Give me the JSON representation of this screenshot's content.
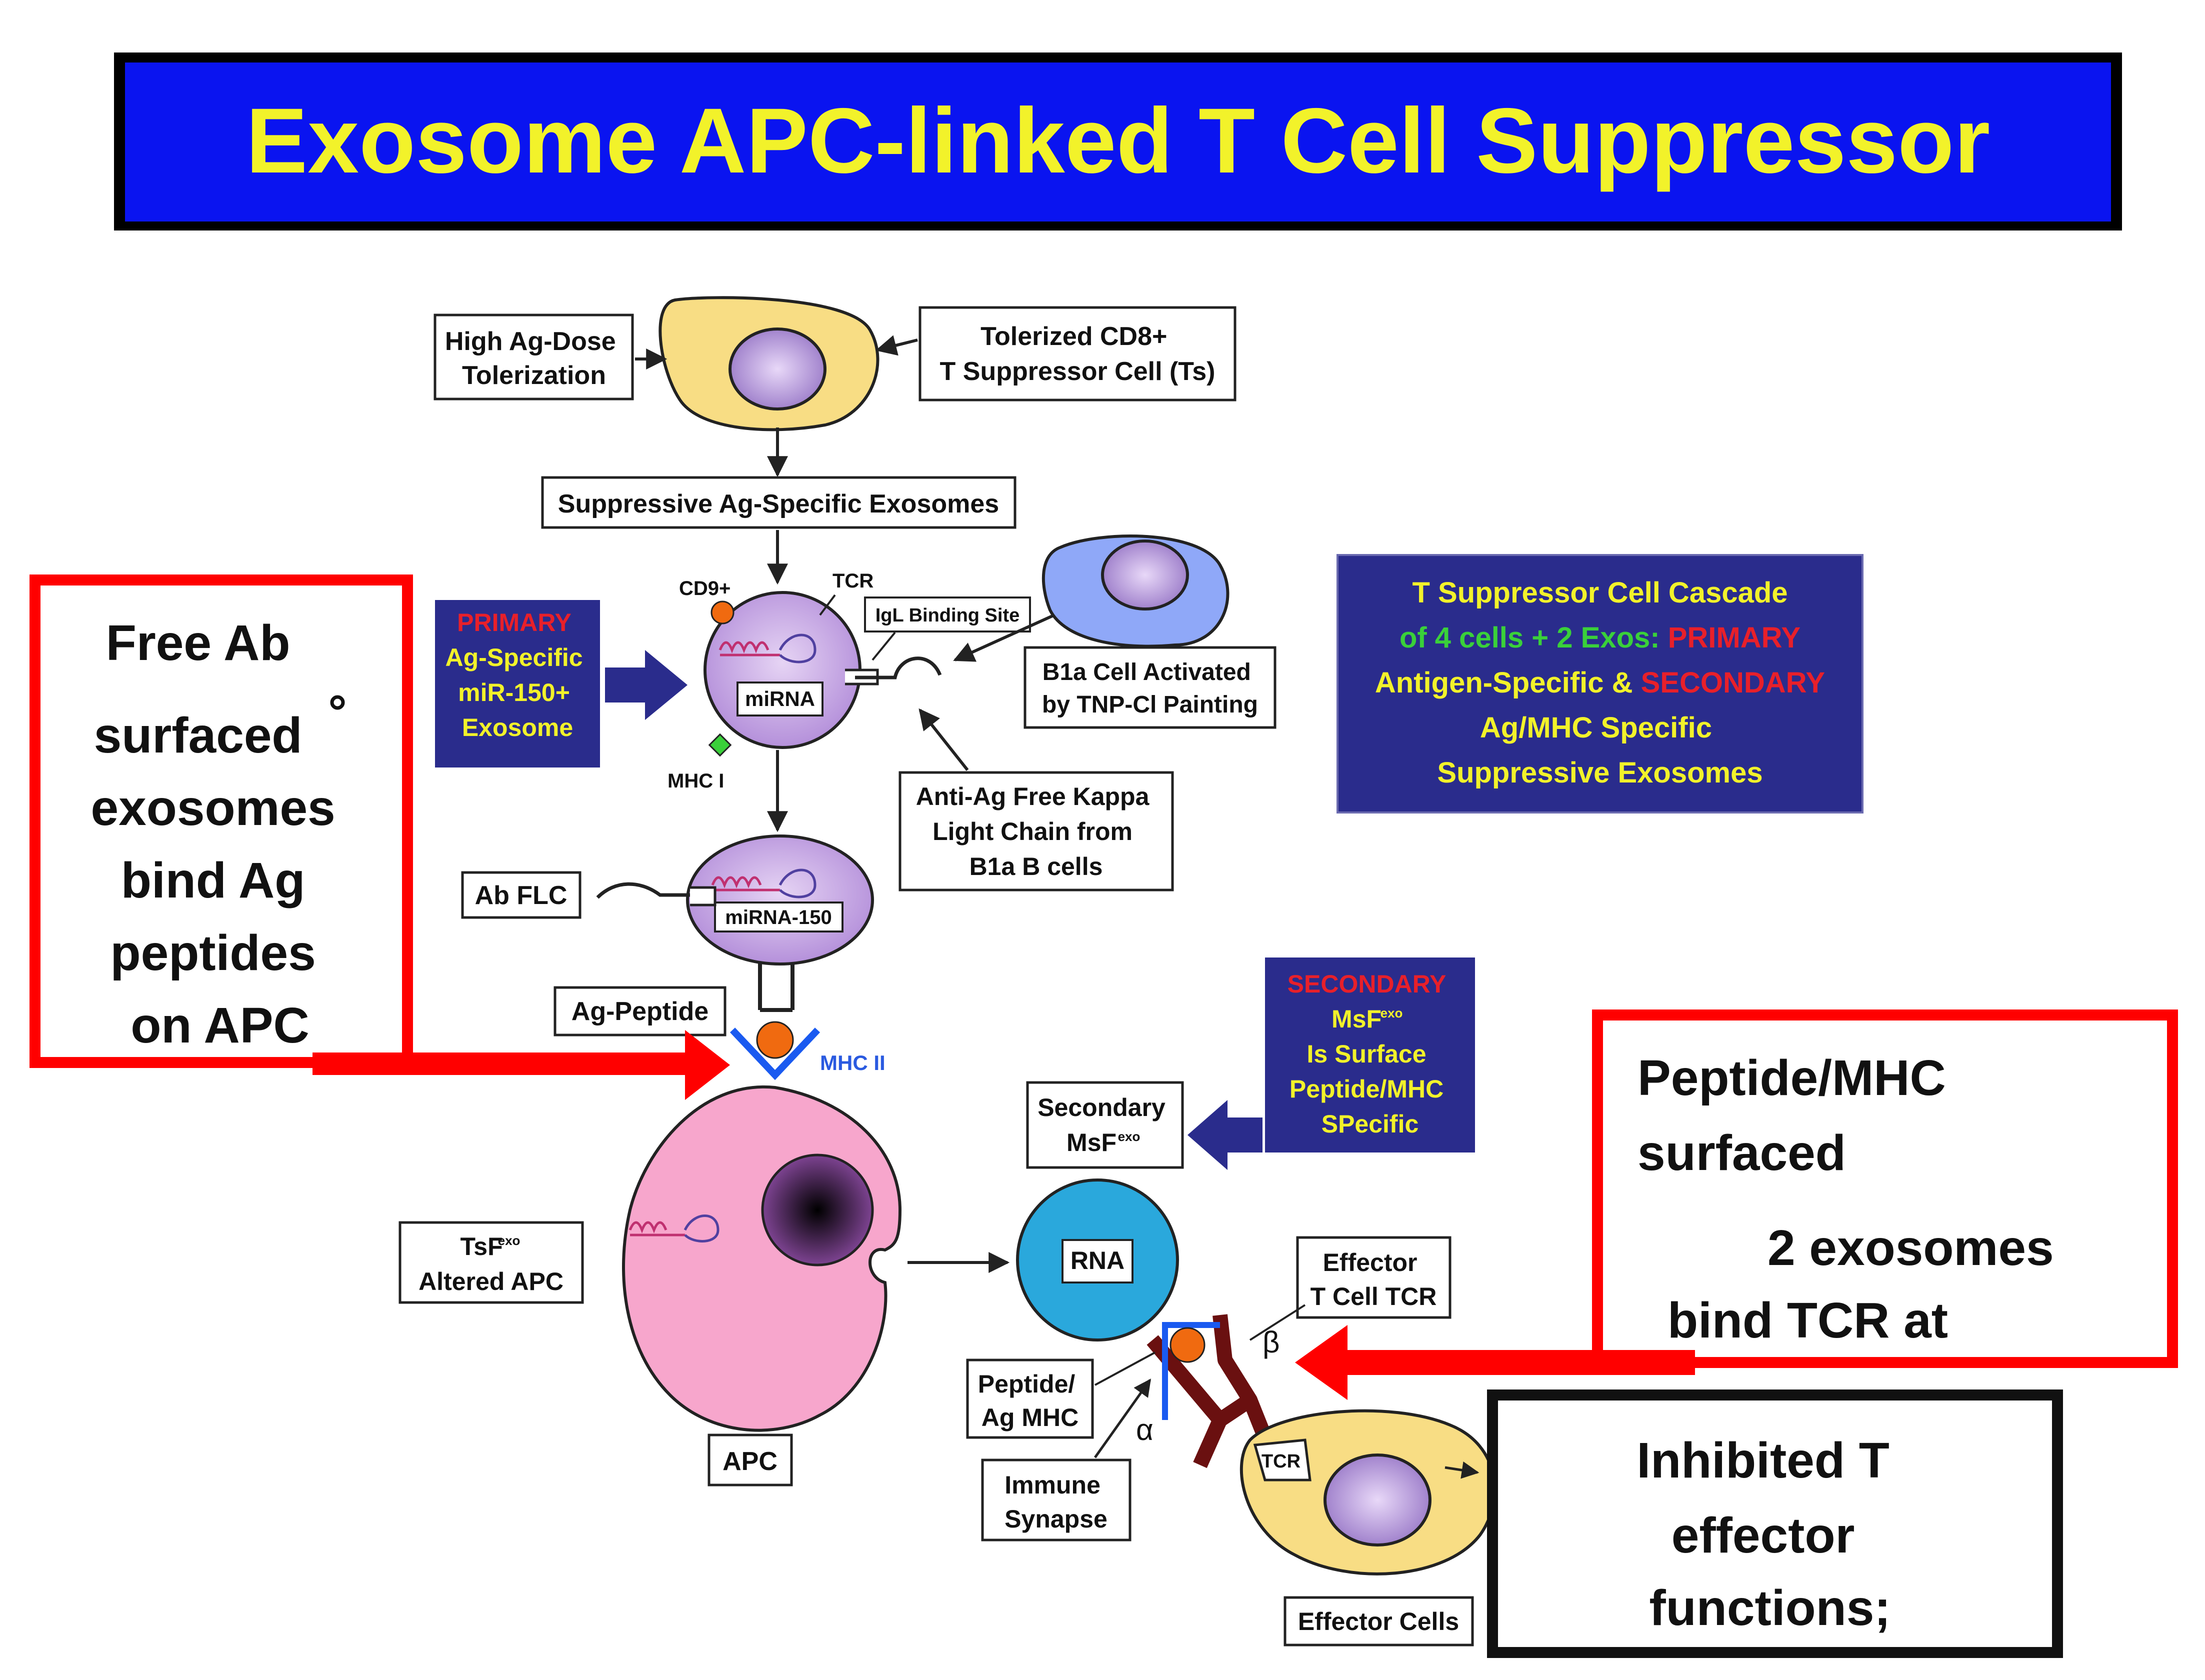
{
  "title": "Exosome APC-linked T Cell Suppressor",
  "boxes": {
    "high_ag_dose": [
      "High Ag-Dose",
      "Tolerization"
    ],
    "tolerized_cd8": [
      "Tolerized CD8+",
      "T Suppressor Cell (Ts)"
    ],
    "suppressive_exosomes": "Suppressive Ag-Specific Exosomes",
    "igl_binding_site": "IgL Binding Site",
    "b1a_cell": [
      "B1a Cell Activated",
      "by TNP-Cl Painting"
    ],
    "anti_ag_flc": [
      "Anti-Ag Free Kappa",
      "Light Chain from",
      "B1a B cells"
    ],
    "ab_flc": "Ab FLC",
    "ag_peptide": "Ag-Peptide",
    "tsf_altered_apc": [
      "TsF",
      "exo",
      "Altered APC"
    ],
    "apc": "APC",
    "secondary_msf": [
      "Secondary",
      "MsF",
      "exo"
    ],
    "rna": "RNA",
    "effector_tcr": [
      "Effector",
      "T Cell TCR"
    ],
    "peptide_ag_mhc": [
      "Peptide/",
      "Ag MHC"
    ],
    "immune_synapse": [
      "Immune",
      "Synapse"
    ],
    "effector_cells": "Effector Cells"
  },
  "labels": {
    "cd9": "CD9+",
    "tcr_top": "TCR",
    "mhc_i": "MHC I",
    "mirna": "miRNA",
    "mirna_150": "miRNA-150",
    "mhc_ii": "MHC II",
    "alpha": "α",
    "beta": "β",
    "tcr_small": "TCR"
  },
  "primary_box": {
    "word": "PRIMARY",
    "lines": [
      "Ag-Specific",
      "miR-150+",
      "Exosome"
    ]
  },
  "secondary_box": {
    "word": "SECONDARY",
    "msf": "MsF",
    "msf_sup": "exo",
    "lines": [
      "Is Surface",
      "Peptide/MHC",
      "SPecific"
    ]
  },
  "cascade_box": {
    "line1": "T Suppressor Cell Cascade",
    "line2_green": "of 4 cells + 2 Exos: ",
    "line2_red": "PRIMARY",
    "line3_yellow": "Antigen-Specific & ",
    "line3_red": "SECONDARY",
    "line4": "Ag/MHC Specific",
    "line5": "Suppressive Exosomes"
  },
  "callouts": {
    "left": [
      "Free Ab",
      "surfaced",
      "exosomes",
      "bind Ag",
      "peptides",
      "on APC"
    ],
    "right_top": [
      "Peptide/MHC",
      "surfaced",
      "2 exosomes",
      "bind TCR at"
    ],
    "right_bottom": [
      "Inhibited T",
      "effector",
      "functions;"
    ]
  },
  "colors": {
    "title_bg": "#0a14f0",
    "title_text": "#f2f22a",
    "callout_red": "#ff0000",
    "panel_navy": "#2a2c8c",
    "cell_yellow": "#f8dd84",
    "exosome_purple": "#c7a6e0",
    "apc_pink": "#f7a6cc",
    "rna_blue": "#2aa8dc",
    "b1a_blue": "#8fa8f8",
    "tcr_brown": "#6a1010"
  }
}
